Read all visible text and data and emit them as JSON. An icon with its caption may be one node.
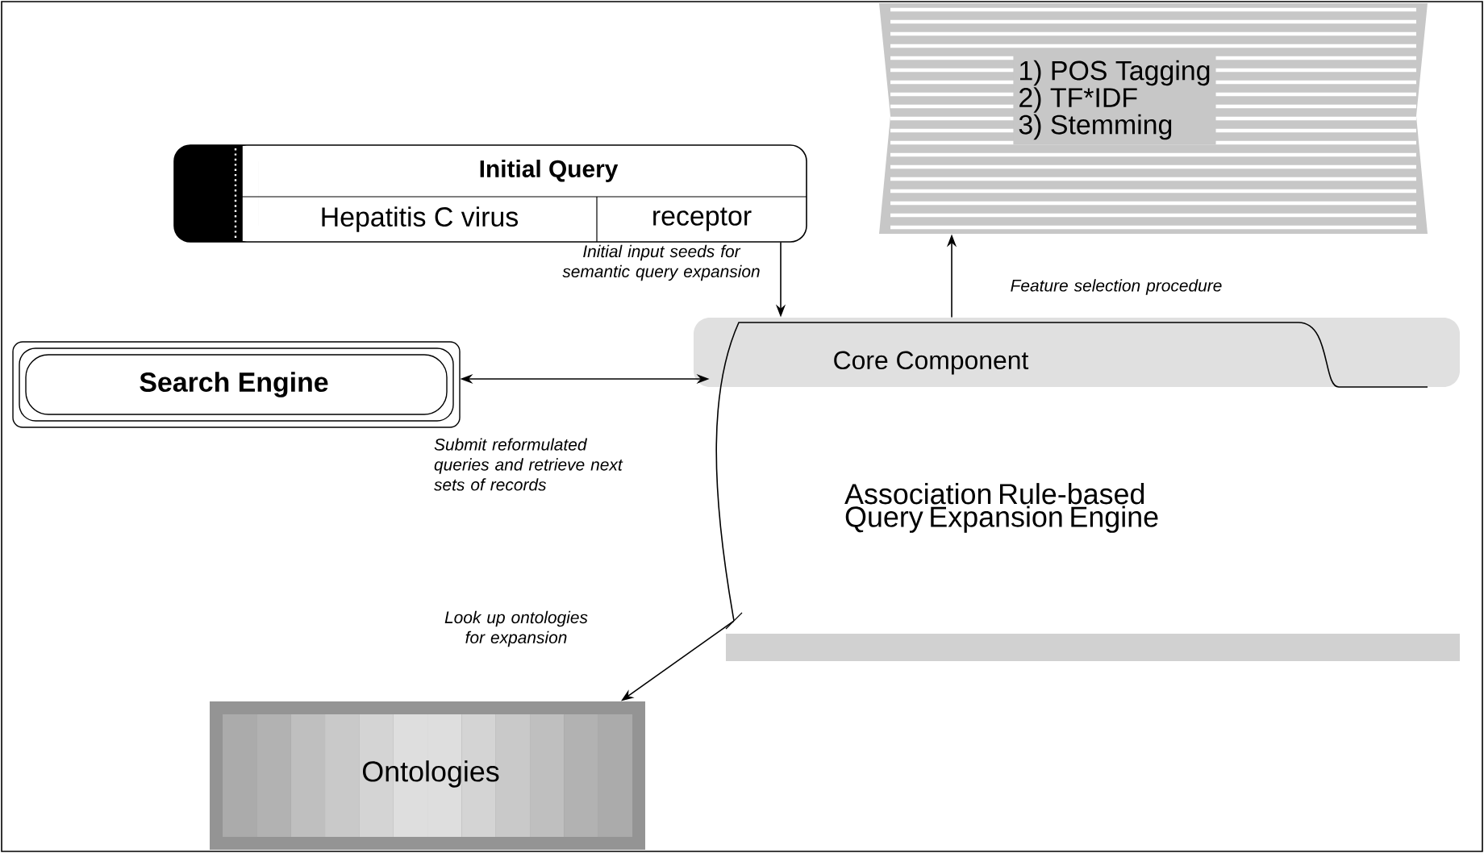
{
  "diagram": {
    "nodes": [
      {
        "text": [
          "Initial Query",
          "Hepatitis C virus",
          "receptor"
        ]
      },
      {
        "text": [
          "1) POS Tagging",
          "2) TF*IDF",
          "3) Stemming"
        ]
      },
      {
        "text": [
          "Search Engine"
        ]
      },
      {
        "text": [
          "Core Component",
          "Association Rule-based Query Expansion Engine"
        ]
      },
      {
        "text": [
          "Ontologies"
        ]
      }
    ],
    "edges": [
      {
        "from": 0,
        "to": 3,
        "arrow": "to",
        "label": "Initial input seeds for semantic query expansion"
      },
      {
        "from": 3,
        "to": 1,
        "arrow": "to",
        "label": "Feature selection procedure"
      },
      {
        "from": 2,
        "to": 3,
        "arrow": "both",
        "label": "Submit reformulated queries and retrieve next sets of records"
      },
      {
        "from": 3,
        "to": 4,
        "arrow": "to",
        "label": "Look up ontologies for expansion"
      }
    ]
  }
}
